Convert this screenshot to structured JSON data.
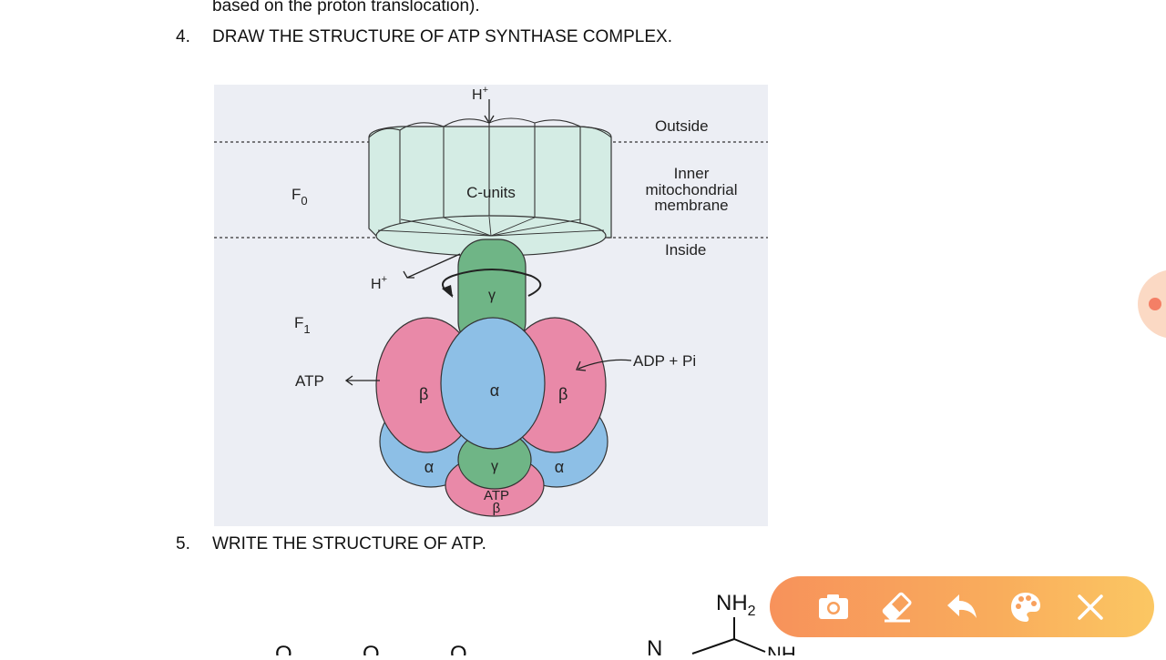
{
  "document": {
    "line_top_partial": "based on the proton translocation).",
    "question_4": {
      "number": "4.",
      "text": "DRAW THE STRUCTURE OF ATP SYNTHASE COMPLEX."
    },
    "question_5": {
      "number": "5.",
      "text": "WRITE THE STRUCTURE OF ATP."
    }
  },
  "diagram": {
    "h_plus_top": "H",
    "h_plus_side": "H",
    "plus": "+",
    "outside": "Outside",
    "inner_line1": "Inner",
    "inner_line2": "mitochondrial",
    "inner_line3": "membrane",
    "inside": "Inside",
    "f0": "F",
    "f0_sub": "0",
    "f1": "F",
    "f1_sub": "1",
    "c_units": "C-units",
    "gamma": "γ",
    "alpha": "α",
    "beta": "β",
    "atp_left": "ATP",
    "adp_pi": "ADP + Pi",
    "atp_bottom": "ATP",
    "colors": {
      "c_units": "#d4ece4",
      "stalk": "#6fb586",
      "beta": "#e989a8",
      "alpha": "#8dbfe6",
      "background": "#eceef4"
    }
  },
  "atp_structure": {
    "nh2": "NH",
    "nh2_sub": "2",
    "n_label": "N",
    "nh_partial": "NH",
    "o_label": "O"
  },
  "toolbar": {
    "icons": [
      "camera-icon",
      "eraser-icon",
      "undo-icon",
      "palette-icon",
      "close-icon"
    ],
    "color": "#f8a05d"
  }
}
